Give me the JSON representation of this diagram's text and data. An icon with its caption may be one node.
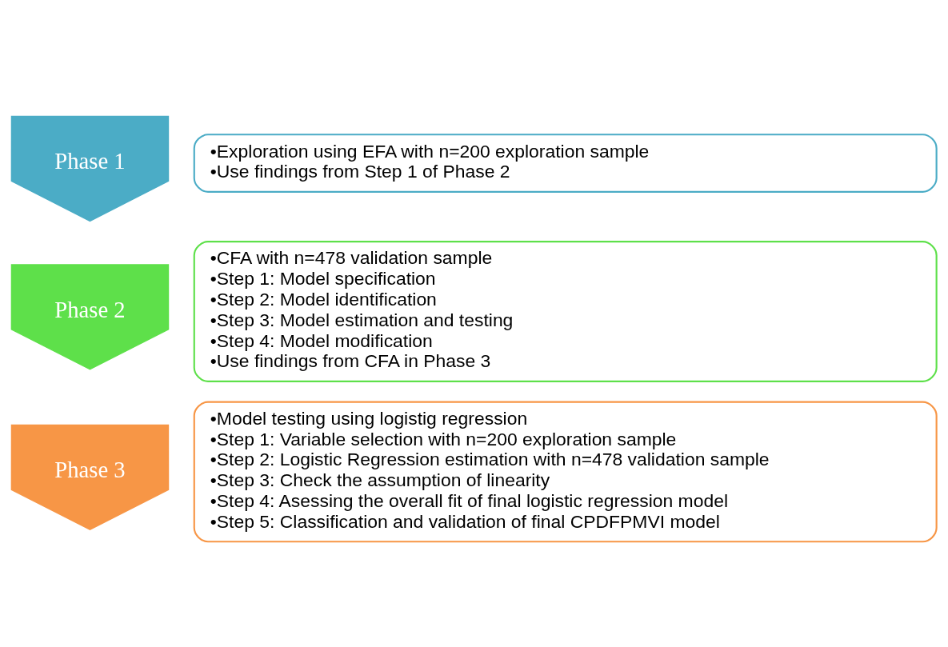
{
  "diagram": {
    "nodes": [
      {
        "text": [
          "Phase 1"
        ]
      },
      {
        "text": [
          "•Exploration using EFA with n=200 exploration sample",
          "•Use findings from Step 1 of Phase 2"
        ]
      },
      {
        "text": [
          "Phase 2"
        ]
      },
      {
        "text": [
          "•CFA with n=478 validation sample",
          "•Step 1: Model specification",
          "•Step 2: Model identification",
          "•Step 3: Model estimation and testing",
          "•Step 4: Model modification",
          "•Use findings from CFA in Phase 3"
        ]
      },
      {
        "text": [
          "Phase 3"
        ]
      },
      {
        "text": [
          "•Model testing using logistig regression",
          "•Step 1: Variable selection with n=200 exploration sample",
          "•Step 2: Logistic Regression estimation with n=478 validation sample",
          "•Step 3: Check the assumption of linearity",
          "•Step 4: Asessing the overall fit of final logistic regression model",
          "•Step 5: Classification and validation of final CPDFPMVI model"
        ]
      }
    ]
  }
}
